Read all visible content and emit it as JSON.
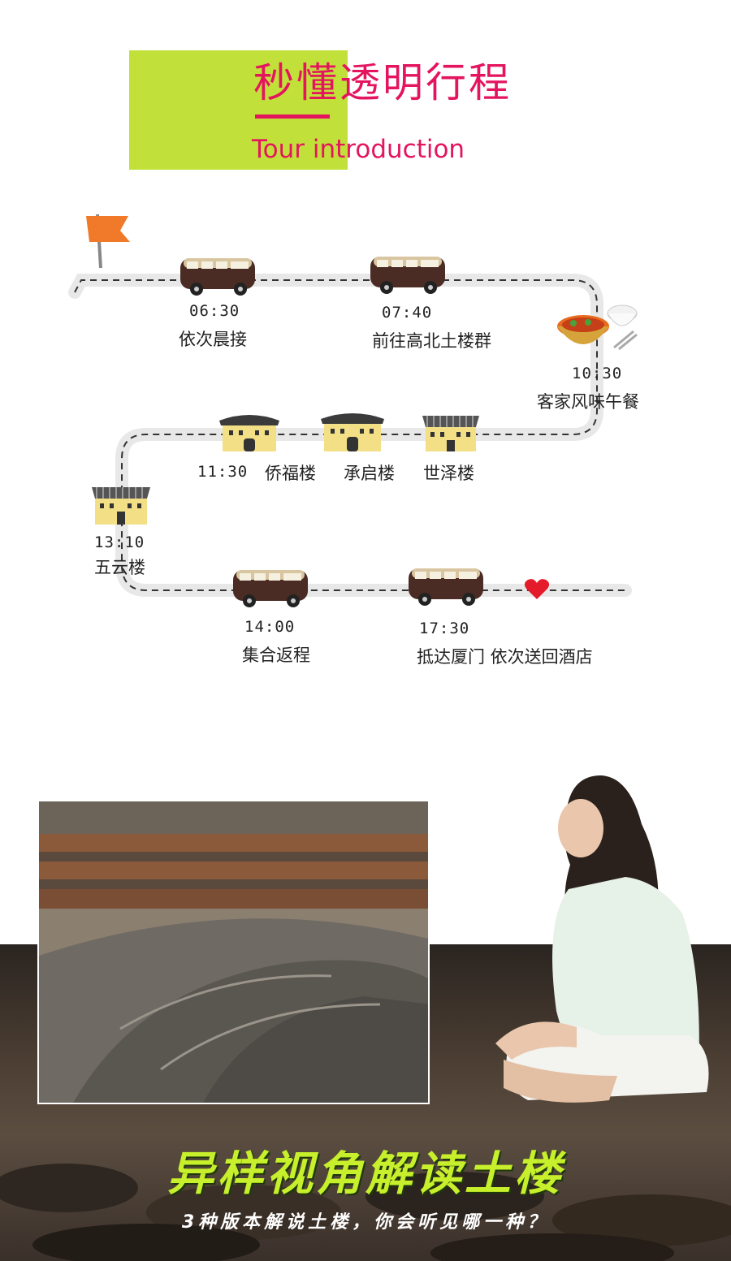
{
  "header": {
    "title": "秒懂透明行程",
    "subtitle": "Tour introduction"
  },
  "colors": {
    "accent": "#e4145f",
    "green": "#c1e03a",
    "headline": "#c8ef2b"
  },
  "itinerary": [
    {
      "time": "06:30",
      "label": "依次晨接",
      "icon": "van-icon"
    },
    {
      "time": "07:40",
      "label": "前往高北土楼群",
      "icon": "van-icon"
    },
    {
      "time": "10:30",
      "label": "客家风味午餐",
      "icon": "food-bowl-icon"
    },
    {
      "time": "11:30",
      "label": "侨福楼",
      "icon": "tulou-round-icon"
    },
    {
      "label": "承启楼",
      "icon": "tulou-round-icon"
    },
    {
      "label": "世泽楼",
      "icon": "tulou-square-icon"
    },
    {
      "time": "13:10",
      "label": "五云楼",
      "icon": "tulou-square-icon"
    },
    {
      "time": "14:00",
      "label": "集合返程",
      "icon": "van-icon"
    },
    {
      "time": "17:30",
      "label": "抵达厦门 依次送回酒店",
      "icon": "van-icon"
    }
  ],
  "banner": {
    "headline": "异样视角解读土楼",
    "subline": "3种版本解说土楼，你会听见哪一种？"
  }
}
